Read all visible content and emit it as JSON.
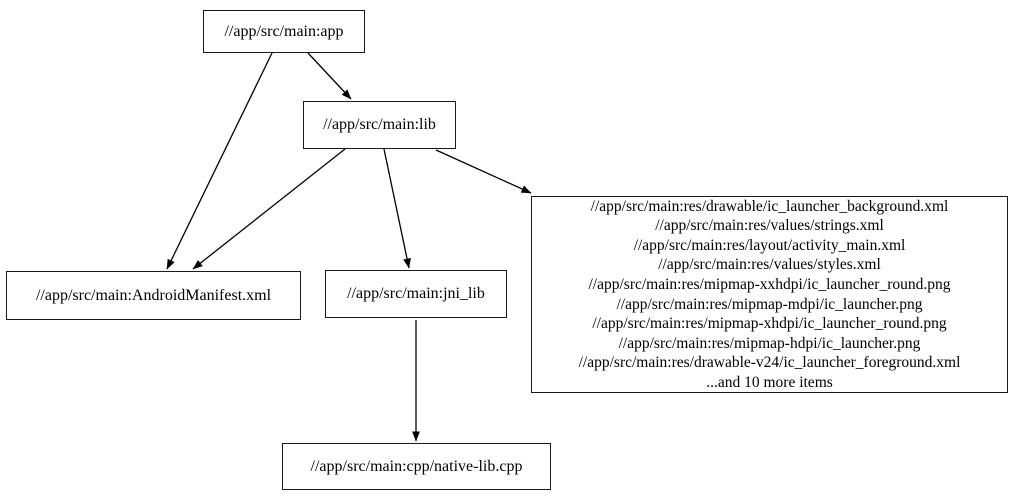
{
  "diagram": {
    "type": "dependency-graph",
    "description": "Build target dependency graph",
    "colors": {
      "background": "#ffffff",
      "node_border": "#1a1a1a",
      "edge": "#000000",
      "text": "#000000"
    },
    "nodes": {
      "app": {
        "label": "//app/src/main:app"
      },
      "lib": {
        "label": "//app/src/main:lib"
      },
      "manifest": {
        "label": "//app/src/main:AndroidManifest.xml"
      },
      "jni_lib": {
        "label": "//app/src/main:jni_lib"
      },
      "native": {
        "label": "//app/src/main:cpp/native-lib.cpp"
      },
      "res": {
        "lines": [
          "//app/src/main:res/drawable/ic_launcher_background.xml",
          "//app/src/main:res/values/strings.xml",
          "//app/src/main:res/layout/activity_main.xml",
          "//app/src/main:res/values/styles.xml",
          "//app/src/main:res/mipmap-xxhdpi/ic_launcher_round.png",
          "//app/src/main:res/mipmap-mdpi/ic_launcher.png",
          "//app/src/main:res/mipmap-xhdpi/ic_launcher_round.png",
          "//app/src/main:res/mipmap-hdpi/ic_launcher.png",
          "//app/src/main:res/drawable-v24/ic_launcher_foreground.xml",
          "...and 10 more items"
        ]
      }
    },
    "edges": [
      {
        "from": "app",
        "to": "lib"
      },
      {
        "from": "app",
        "to": "manifest"
      },
      {
        "from": "lib",
        "to": "manifest"
      },
      {
        "from": "lib",
        "to": "jni_lib"
      },
      {
        "from": "lib",
        "to": "res"
      },
      {
        "from": "jni_lib",
        "to": "native"
      }
    ]
  }
}
